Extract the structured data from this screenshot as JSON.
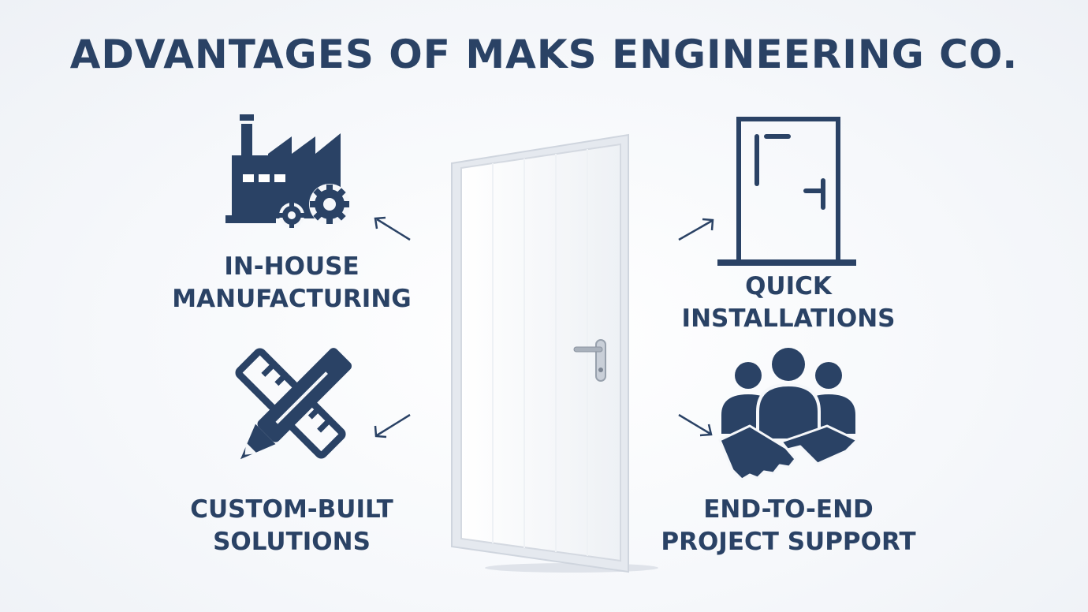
{
  "title": "ADVANTAGES OF MAKS ENGINEERING CO.",
  "colors": {
    "primary": "#2a4265",
    "background": "#f5f7fa",
    "door": "#ffffff"
  },
  "features": [
    {
      "line1": "IN-HOUSE",
      "line2": "MANUFACTURING",
      "icon": "factory-gears-icon"
    },
    {
      "line1": "QUICK",
      "line2": "INSTALLATIONS",
      "icon": "door-outline-icon"
    },
    {
      "line1": "CUSTOM-BUILT",
      "line2": "SOLUTIONS",
      "icon": "pencil-ruler-icon"
    },
    {
      "line1": "END-TO-END",
      "line2": "PROJECT SUPPORT",
      "icon": "team-handshake-icon"
    }
  ]
}
